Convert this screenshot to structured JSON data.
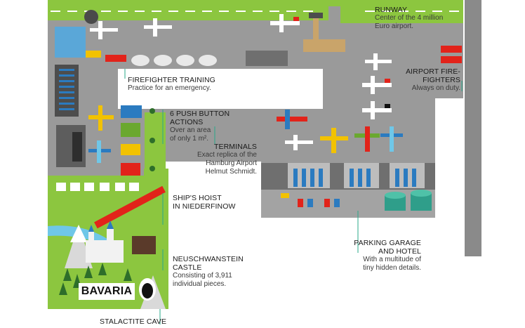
{
  "colors": {
    "grass": "#8cc63f",
    "grass_dark": "#6aa82f",
    "tarmac": "#9a9a9a",
    "tarmac_dark": "#7d7d7d",
    "leader": "#2aa88a",
    "red": "#e2231a",
    "blue": "#2b7bc0",
    "yellow": "#f2c200",
    "water": "#6fc7e8"
  },
  "labels": {
    "runway": {
      "title": "RUNWAY",
      "lines": [
        "Center of the 4 million",
        "Euro airport."
      ]
    },
    "firefighters": {
      "title_lines": [
        "AIRPORT FIRE-",
        "FIGHTERS"
      ],
      "lines": [
        "Always on duty."
      ]
    },
    "training": {
      "title": "FIREFIGHTER TRAINING",
      "lines": [
        "Practice for an emergency."
      ]
    },
    "push": {
      "title_lines": [
        "6 PUSH BUTTON",
        "ACTIONS"
      ],
      "lines": [
        "Over an area",
        "of only 1 m²."
      ]
    },
    "terminals": {
      "title": "TERMINALS",
      "lines": [
        "Exact replica of the",
        "Hamburg Airport",
        "Helmut Schmidt."
      ]
    },
    "hoist": {
      "title_lines": [
        "SHIP'S HOIST",
        "IN NIEDERFINOW"
      ]
    },
    "castle": {
      "title_lines": [
        "NEUSCHWANSTEIN",
        "CASTLE"
      ],
      "lines": [
        "Consisting of 3,911",
        "individual pieces."
      ]
    },
    "parking": {
      "title_lines": [
        "PARKING GARAGE",
        "AND HOTEL"
      ],
      "lines": [
        "With a multitude of",
        "tiny hidden details."
      ]
    },
    "cave": {
      "title": "STALACTITE CAVE"
    },
    "region": "BAVARIA"
  }
}
